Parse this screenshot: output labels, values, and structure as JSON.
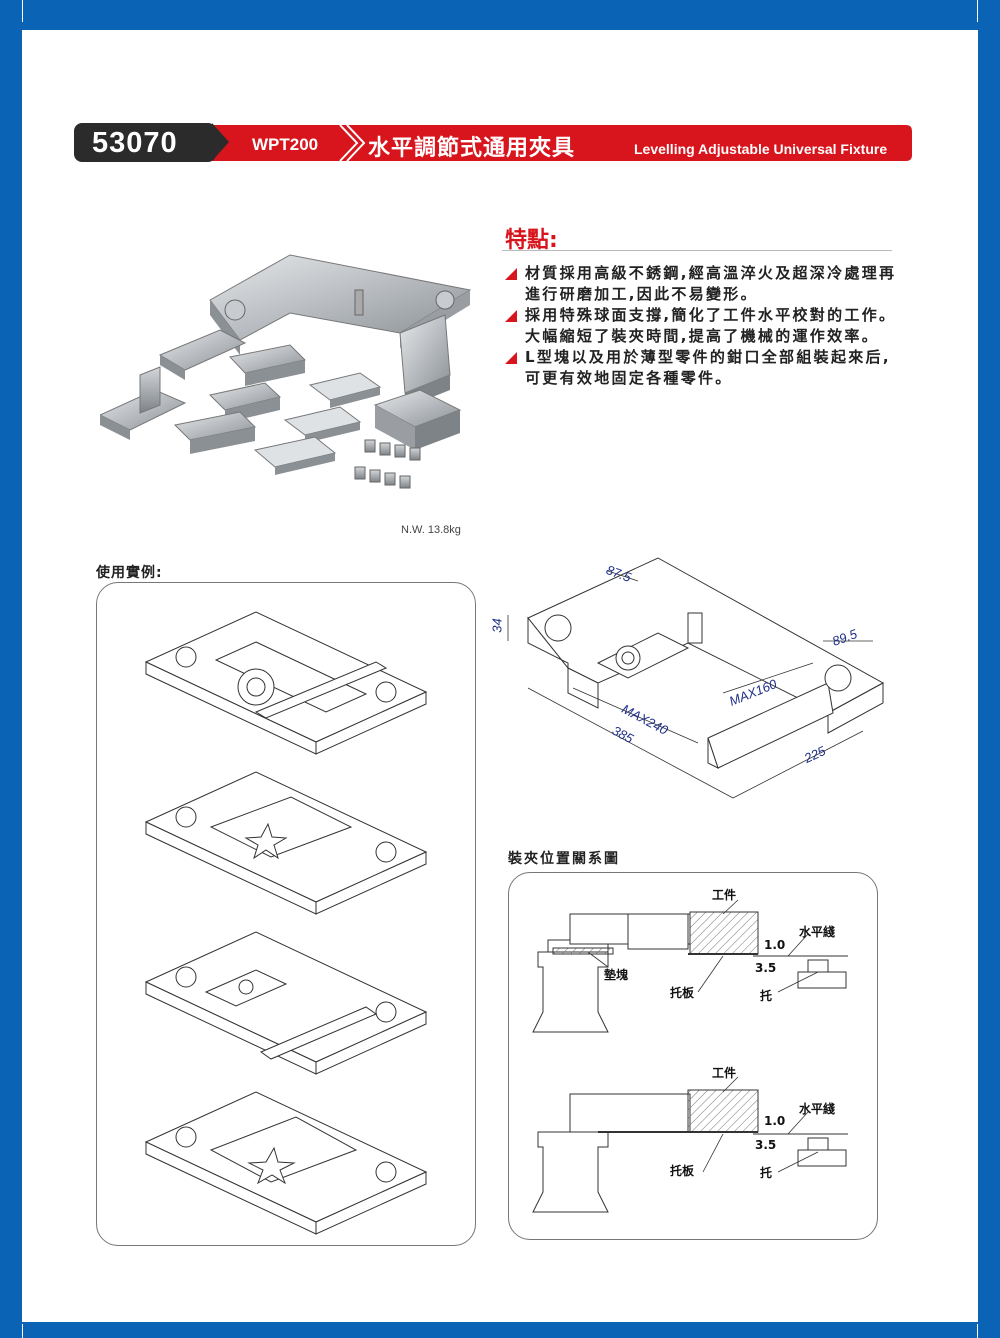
{
  "header": {
    "code": "53070",
    "model": "WPT200",
    "title_cn": "水平調節式通用夾具",
    "title_en": "Levelling Adjustable Universal Fixture"
  },
  "features": {
    "title": "特點:",
    "items": [
      "材質採用高級不銹鋼,經高溫淬火及超深冷處理再進行研磨加工,因此不易變形。",
      "採用特殊球面支撐,簡化了工件水平校對的工作。大幅縮短了裝夾時間,提高了機械的運作效率。",
      "L型塊以及用於薄型零件的鉗口全部組裝起來后,可更有效地固定各種零件。"
    ]
  },
  "product": {
    "weight": "N.W. 13.8kg"
  },
  "examples": {
    "title": "使用實例:"
  },
  "dimensions": {
    "d34": "34",
    "d87": "87.5",
    "d89": "89.5",
    "max160": "MAX160",
    "max240": "MAX240",
    "d385": "385",
    "d225": "225"
  },
  "clamp_diagram": {
    "title": "裝夾位置關系圖",
    "top": {
      "workpiece": "工件",
      "level_line": "水平綫",
      "gap_1": "1.0",
      "gap_2": "3.5",
      "shim": "墊塊",
      "support_plate": "托板",
      "support": "托"
    },
    "bottom": {
      "workpiece": "工件",
      "level_line": "水平綫",
      "gap_1": "1.0",
      "gap_2": "3.5",
      "support_plate": "托板",
      "support": "托"
    }
  },
  "colors": {
    "brand_red": "#d8141c",
    "frame_blue": "#0b63b5",
    "dim_blue": "#1f2f8a",
    "dark": "#2b2b2b"
  }
}
